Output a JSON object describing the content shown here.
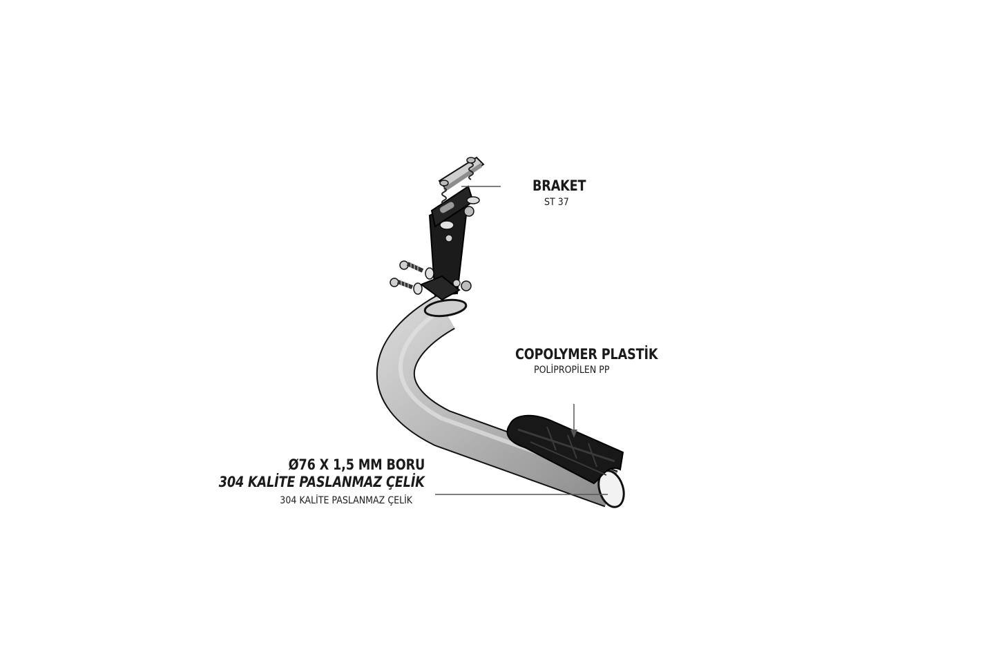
{
  "labels": {
    "braket": {
      "title": "BRAKET",
      "subtitle": "ST 37"
    },
    "copolymer": {
      "title": "COPOLYMER PLASTİK",
      "subtitle": "POLİPROPİLEN PP"
    },
    "pipe": {
      "title": "Ø76 X 1,5 MM BORU",
      "title2": "304 KALİTE PASLANMAZ ÇELİK",
      "subtitle": "304 KALİTE PASLANMAZ ÇELİK"
    }
  },
  "colors": {
    "background": "#ffffff",
    "pipe": "#b9b9b9",
    "bracket": "#1b1b1b",
    "grip": "#161616",
    "text": "#1a1a1a"
  }
}
